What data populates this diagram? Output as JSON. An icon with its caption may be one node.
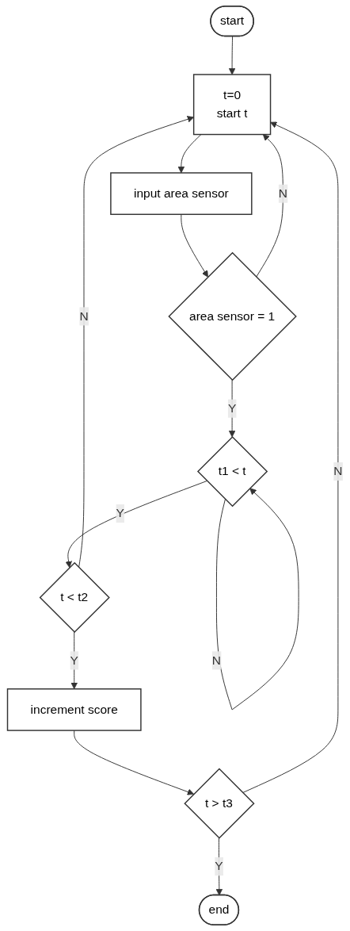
{
  "diagram": {
    "nodes": [
      {
        "text": [
          "start"
        ]
      },
      {
        "text": [
          "t=0",
          "start t"
        ]
      },
      {
        "text": [
          "input area sensor"
        ]
      },
      {
        "text": [
          "area sensor = 1"
        ]
      },
      {
        "text": [
          "t1 < t"
        ]
      },
      {
        "text": [
          "t < t2"
        ]
      },
      {
        "text": [
          "increment score"
        ]
      },
      {
        "text": [
          "t  > t3"
        ]
      },
      {
        "text": [
          "end"
        ]
      }
    ],
    "edges": [
      {
        "from": 0,
        "to": 1,
        "arrow": "to"
      },
      {
        "from": 1,
        "to": 2,
        "arrow": "to"
      },
      {
        "from": 2,
        "to": 3,
        "arrow": "to"
      },
      {
        "from": 3,
        "to": 1,
        "arrow": "to",
        "label": "N"
      },
      {
        "from": 3,
        "to": 4,
        "arrow": "to",
        "label": "Y"
      },
      {
        "from": 4,
        "to": 4,
        "arrow": "to",
        "label": "N"
      },
      {
        "from": 4,
        "to": 5,
        "arrow": "to",
        "label": "Y"
      },
      {
        "from": 5,
        "to": 1,
        "arrow": "to",
        "label": "N"
      },
      {
        "from": 5,
        "to": 6,
        "arrow": "to",
        "label": "Y"
      },
      {
        "from": 6,
        "to": 7,
        "arrow": "to"
      },
      {
        "from": 7,
        "to": 1,
        "arrow": "to",
        "label": "N"
      },
      {
        "from": 7,
        "to": 8,
        "arrow": "to",
        "label": "Y"
      }
    ]
  }
}
